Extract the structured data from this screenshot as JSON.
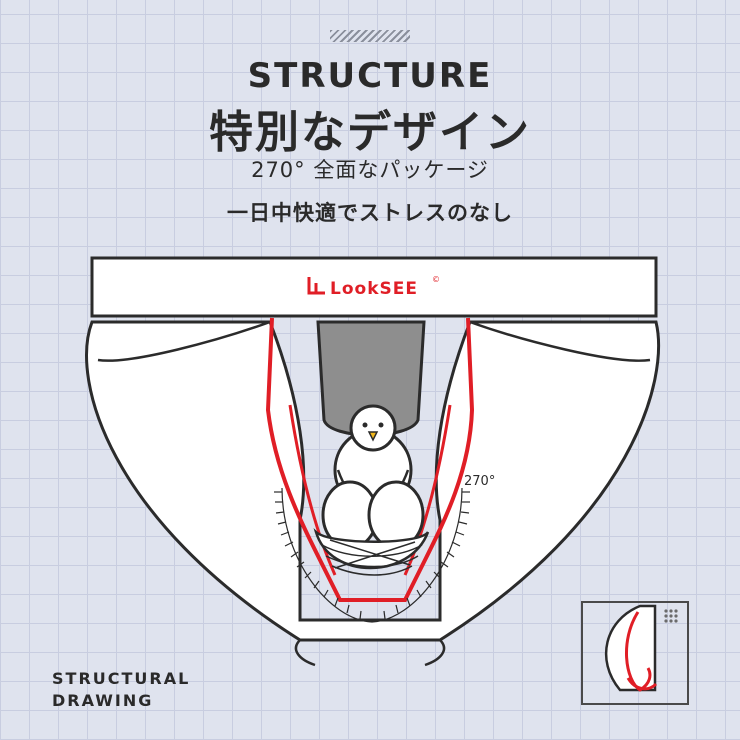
{
  "heading": {
    "title": "STRUCTURE",
    "subtitle_jp": "特別なデザイン",
    "line1": "270°  全面なパッケージ",
    "line2": "一日中快適でストレスのなし"
  },
  "brand": {
    "logo_text": "LookSEE",
    "copyright": "©"
  },
  "annotation": {
    "angle": "270°"
  },
  "footer": {
    "line1": "STRUCTURAL",
    "line2": "DRAWING"
  },
  "colors": {
    "accent": "#e01e26",
    "outline": "#2b2b2b",
    "background": "#dfe3ee",
    "grid": "#c8cde0",
    "pouch": "#8e8e8e"
  },
  "icons": [
    "bird-icon",
    "logo-icon",
    "dots-grid-icon"
  ]
}
